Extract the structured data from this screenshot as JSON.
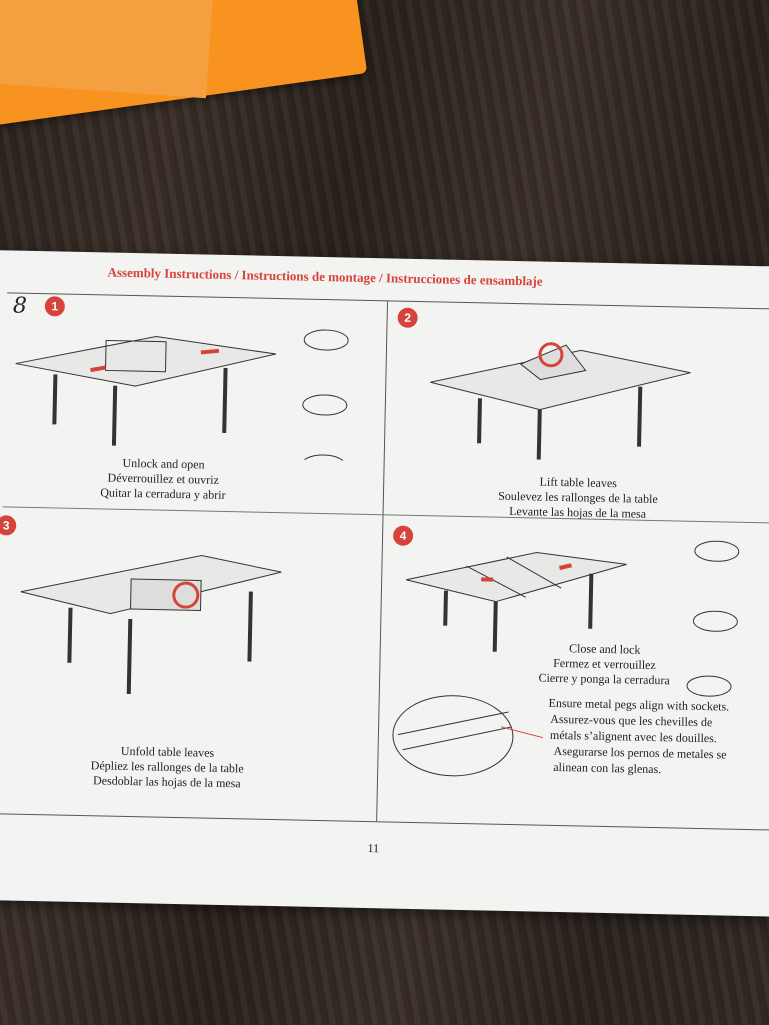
{
  "title": "Assembly Instructions / Instructions de montage / Instrucciones de ensamblaje",
  "step_number": "8",
  "panels": [
    {
      "badge": "1",
      "caption": [
        "Unlock and open",
        "Déverrouillez et ouvriz",
        "Quitar la cerradura y abrir"
      ]
    },
    {
      "badge": "2",
      "caption": [
        "Lift table leaves",
        "Soulevez les rallonges de la table",
        "Levante las hojas de la mesa"
      ]
    },
    {
      "badge": "3",
      "caption": [
        "Unfold table leaves",
        "Dépliez les rallonges de la table",
        "Desdoblar las hojas de la mesa"
      ]
    },
    {
      "badge": "4",
      "caption": [
        "Close and lock",
        "Fermez et verrouillez",
        "Cierre y ponga la cerradura"
      ]
    }
  ],
  "note": [
    "Ensure metal pegs align with sockets.",
    "Assurez-vous que les chevilles de",
    "métals s’alignent avec les douilles.",
    "Asegurarse los pernos de metales se",
    "alinean con las glenas."
  ],
  "page_number": "11",
  "colors": {
    "accent": "#d5433b"
  }
}
